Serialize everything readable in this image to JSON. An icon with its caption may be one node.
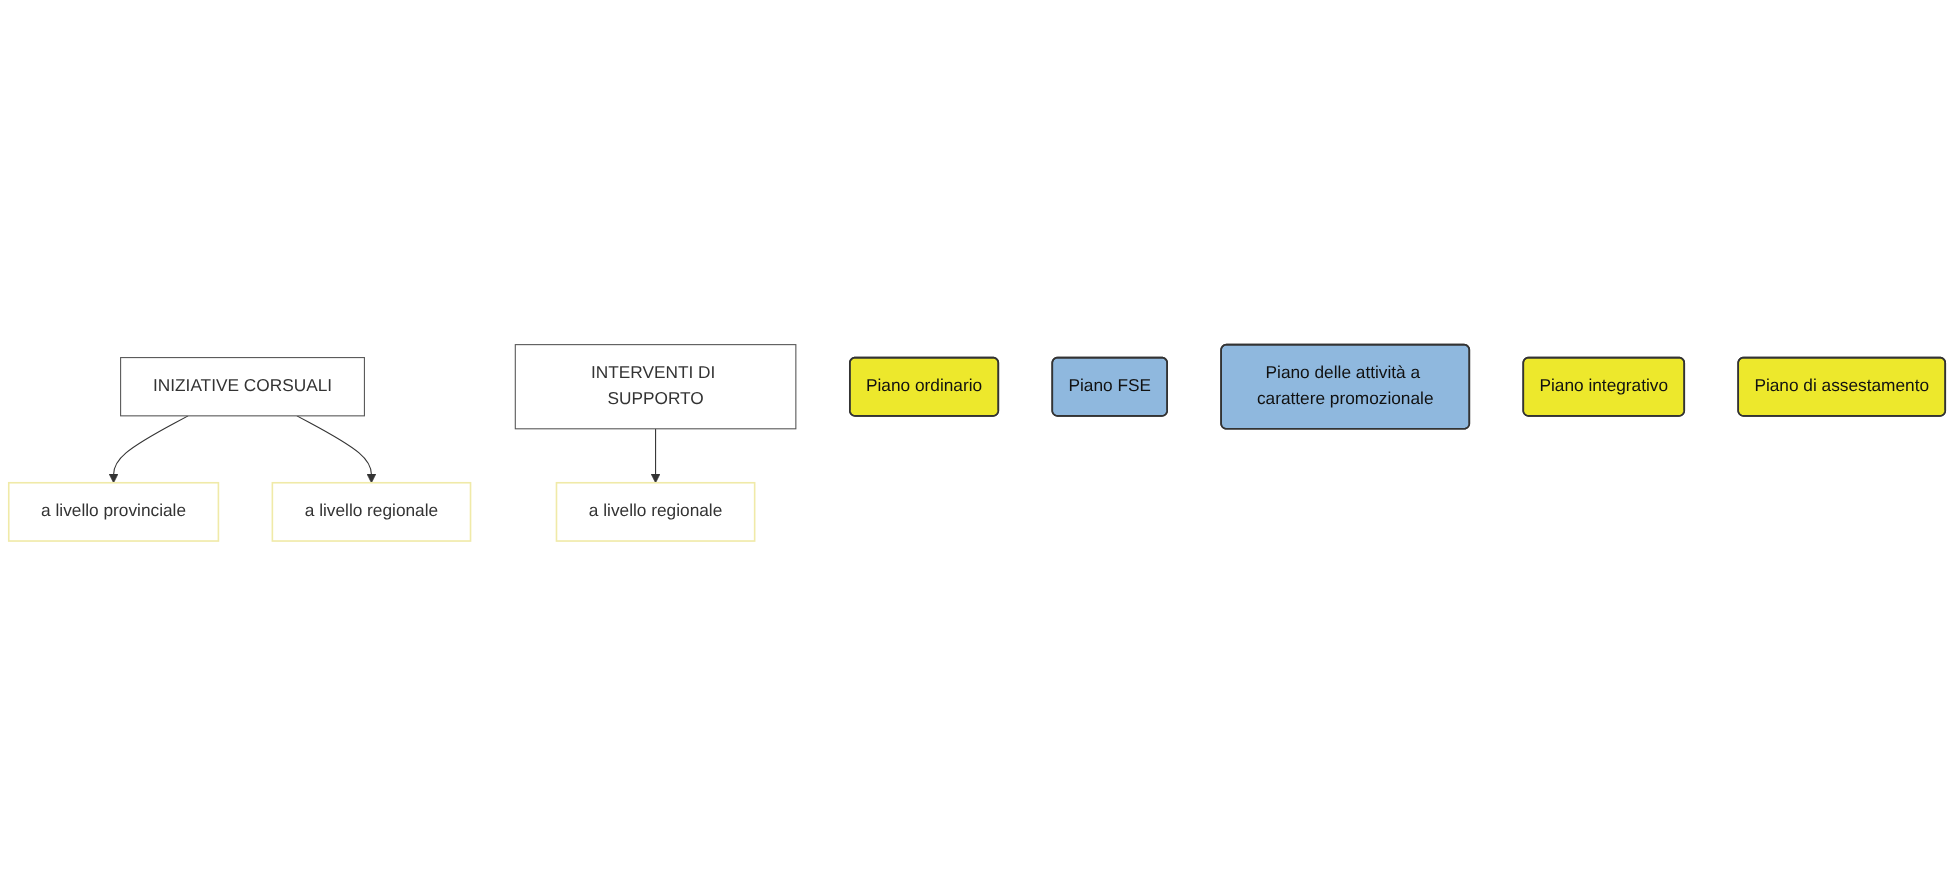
{
  "diagram": {
    "nodes": [
      {
        "text": [
          "INIZIATIVE CORSUALI"
        ]
      },
      {
        "text": [
          "INTERVENTI DI SUPPORTO"
        ]
      },
      {
        "text": [
          "a livello provinciale"
        ]
      },
      {
        "text": [
          "a livello regionale"
        ]
      },
      {
        "text": [
          "a livello regionale"
        ]
      },
      {
        "text": [
          "Piano ordinario"
        ]
      },
      {
        "text": [
          "Piano FSE"
        ]
      },
      {
        "text": [
          "Piano delle attività a carattere promozionale"
        ]
      },
      {
        "text": [
          "Piano integrativo"
        ]
      },
      {
        "text": [
          "Piano di assestamento"
        ]
      }
    ],
    "edges": [
      {
        "from": 0,
        "to": 2,
        "arrow": "to"
      },
      {
        "from": 0,
        "to": 3,
        "arrow": "to"
      },
      {
        "from": 1,
        "to": 4,
        "arrow": "to"
      }
    ]
  }
}
